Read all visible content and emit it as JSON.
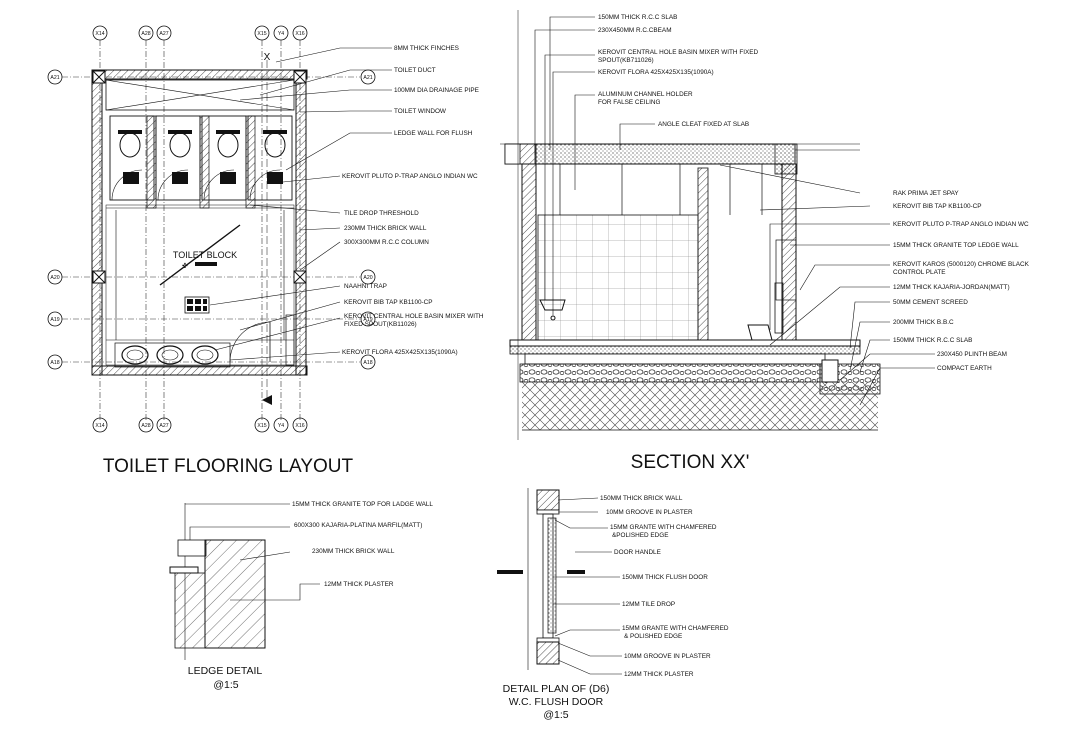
{
  "titles": {
    "plan": "TOILET FLOORING LAYOUT",
    "section": "SECTION XX'",
    "ledge_detail": "LEDGE DETAIL",
    "ledge_scale": "@1:5",
    "door_detail_l1": "DETAIL PLAN OF (D6)",
    "door_detail_l2": "W.C. FLUSH DOOR",
    "door_scale": "@1:5",
    "toilet_block": "TOILET BLOCK"
  },
  "grid_bubbles": {
    "top": [
      "X14",
      "A28",
      "A27",
      "X15",
      "Y4",
      "X16"
    ],
    "bottom": [
      "X14",
      "A28",
      "A27",
      "X15",
      "Y4",
      "X16"
    ],
    "left": [
      "A21",
      "A20",
      "A19",
      "A18"
    ],
    "right": [
      "A21",
      "A20",
      "A19",
      "A18"
    ],
    "section_marker": "X"
  },
  "plan_labels": [
    "8MM THICK FINCHES",
    "TOILET DUCT",
    "100MM DIA DRAINAGE PIPE",
    "TOILET WINDOW",
    "LEDGE WALL FOR FLUSH",
    "KEROVIT PLUTO P-TRAP ANGLO INDIAN WC",
    "TILE DROP THRESHOLD",
    "230MM THICK BRICK WALL",
    "300X300MM R.C.C COLUMN",
    "NAAHNI TRAP",
    "KEROVIT BIB TAP KB1100-CP",
    "KEROVIT CENTRAL HOLE BASIN MIXER WITH",
    "FIXED SPOUT(KB11026)",
    "KEROVIT FLORA 425X425X135(1090A)"
  ],
  "section_top_labels": [
    "150MM THICK R.C.C SLAB",
    "230X450MM R.C.CBEAM",
    "KEROVIT CENTRAL HOLE BASIN MIXER WITH FIXED",
    "SPOUT(KB711026)",
    "KEROVIT FLORA 425X425X135(1090A)",
    "ALUMINUM  CHANNEL HOLDER",
    "FOR FALSE CEILING",
    "ANGLE CLEAT FIXED AT SLAB"
  ],
  "section_right_labels": [
    "RAK PRIMA JET SPAY",
    "KEROVIT BIB TAP KB1100-CP",
    "KEROVIT PLUTO P-TRAP ANGLO INDIAN WC",
    "15MM THICK GRANITE  TOP LEDGE WALL",
    "KEROVIT KAROS (5000120) CHROME BLACK",
    "CONTROL PLATE",
    "12MM THICK KAJARIA-JORDAN(MATT)",
    "50MM CEMENT SCREED",
    "200MM THICK B.B.C",
    "150MM THICK R.C.C SLAB",
    "230X450 PLINTH BEAM",
    "COMPACT EARTH"
  ],
  "ledge_labels": [
    "15MM THICK GRANITE TOP FOR LADGE WALL",
    "600X300 KAJARIA-PLATINA MARFIL(MATT)",
    "230MM THICK BRICK WALL",
    "12MM THICK PLASTER"
  ],
  "door_labels": [
    "150MM THICK BRICK WALL",
    "10MM GROOVE IN PLASTER",
    "15MM GRANTE WITH CHAMFERED",
    "&POLISHED EDGE",
    "DOOR HANDLE",
    "150MM THICK FLUSH DOOR",
    "12MM TILE DROP",
    "15MM GRANTE WITH CHAMFERED",
    "& POLISHED EDGE",
    "10MM GROOVE IN PLASTER",
    "12MM THICK PLASTER"
  ]
}
